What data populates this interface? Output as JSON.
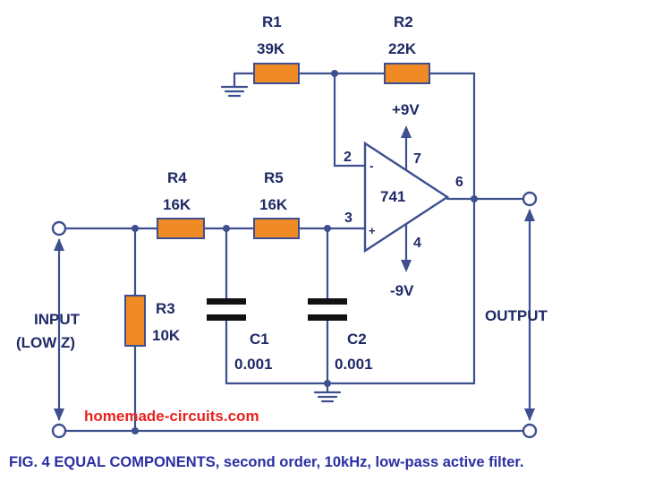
{
  "components": {
    "r1": {
      "name": "R1",
      "value": "39K"
    },
    "r2": {
      "name": "R2",
      "value": "22K"
    },
    "r3": {
      "name": "R3",
      "value": "10K"
    },
    "r4": {
      "name": "R4",
      "value": "16K"
    },
    "r5": {
      "name": "R5",
      "value": "16K"
    },
    "c1": {
      "name": "C1",
      "value": "0.001"
    },
    "c2": {
      "name": "C2",
      "value": "0.001"
    },
    "opamp": {
      "name": "741"
    }
  },
  "supply": {
    "positive": "+9V",
    "negative": "-9V"
  },
  "pins": {
    "inverting": "2",
    "noninverting": "3",
    "vplus": "7",
    "vminus": "4",
    "output": "6"
  },
  "opamp_signs": {
    "minus": "-",
    "plus": "+"
  },
  "labels": {
    "input_line1": "INPUT",
    "input_line2": "(LOW Z)",
    "output": "OUTPUT"
  },
  "watermark": "homemade-circuits.com",
  "caption": "FIG. 4 EQUAL COMPONENTS, second order, 10kHz, low-pass active filter.",
  "colors": {
    "wire": "#3d4f8e",
    "resistor": "#f08a24",
    "capacitor": "#111111",
    "watermark": "#e8231f",
    "caption": "#2a2fa3"
  }
}
